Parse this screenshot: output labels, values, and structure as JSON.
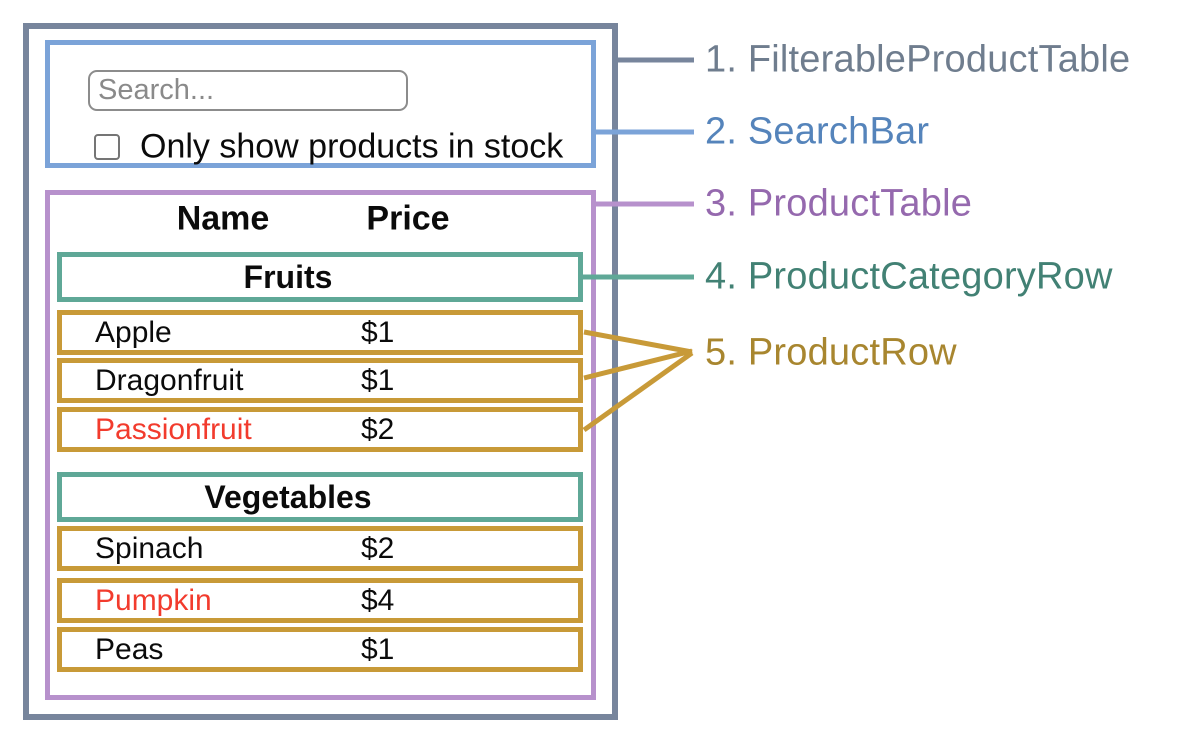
{
  "component_labels": [
    {
      "number": "1.",
      "name": "FilterableProductTable",
      "color_key": "slate"
    },
    {
      "number": "2.",
      "name": "SearchBar",
      "color_key": "blue"
    },
    {
      "number": "3.",
      "name": "ProductTable",
      "color_key": "purple"
    },
    {
      "number": "4.",
      "name": "ProductCategoryRow",
      "color_key": "teal"
    },
    {
      "number": "5.",
      "name": "ProductRow",
      "color_key": "gold"
    }
  ],
  "search_bar": {
    "placeholder": "Search...",
    "checkbox_label": "Only show products in stock",
    "checkbox_checked": false
  },
  "product_table": {
    "headers": [
      "Name",
      "Price"
    ],
    "sections": [
      {
        "category": "Fruits",
        "rows": [
          {
            "name": "Apple",
            "price": "$1",
            "highlighted": false
          },
          {
            "name": "Dragonfruit",
            "price": "$1",
            "highlighted": false
          },
          {
            "name": "Passionfruit",
            "price": "$2",
            "highlighted": true
          }
        ]
      },
      {
        "category": "Vegetables",
        "rows": [
          {
            "name": "Spinach",
            "price": "$2",
            "highlighted": false
          },
          {
            "name": "Pumpkin",
            "price": "$4",
            "highlighted": true
          },
          {
            "name": "Peas",
            "price": "$1",
            "highlighted": false
          }
        ]
      }
    ]
  },
  "colors": {
    "slate": {
      "box": "#77859c",
      "text": "#6f7d8e"
    },
    "blue": {
      "box": "#7ba3d8",
      "text": "#5584bb"
    },
    "purple": {
      "box": "#b791cc",
      "text": "#9569ae"
    },
    "teal": {
      "box": "#5fa897",
      "text": "#428174"
    },
    "gold": {
      "box": "#c89a38",
      "text": "#a8862f"
    },
    "highlight_red": "#f23b2d",
    "text_black": "#0b0b0b",
    "input_border": "#8c8c8c",
    "placeholder_gray": "#8a8a8a"
  }
}
